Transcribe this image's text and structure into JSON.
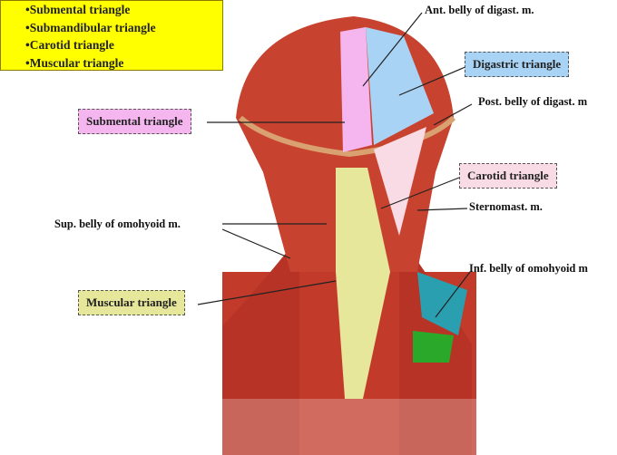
{
  "legend": {
    "items": [
      "•Submental triangle",
      "•Submandibular triangle",
      "•Carotid triangle",
      "•Muscular triangle"
    ]
  },
  "labels": {
    "ant_belly": "Ant. belly of digast. m.",
    "digastric": "Digastric triangle",
    "post_belly": "Post. belly of digast. m",
    "submental": "Submental triangle",
    "carotid": "Carotid triangle",
    "sternomast": "Sternomast. m.",
    "sup_belly": "Sup. belly of omohyoid m.",
    "inf_belly": "Inf. belly of omohyoid m",
    "muscular": "Muscular triangle"
  },
  "colors": {
    "submental": "#f5b6ef",
    "digastric": "#a8d3f5",
    "carotid": "#f8dbe4",
    "muscular": "#e6e79a",
    "legend": "#ffff00"
  }
}
